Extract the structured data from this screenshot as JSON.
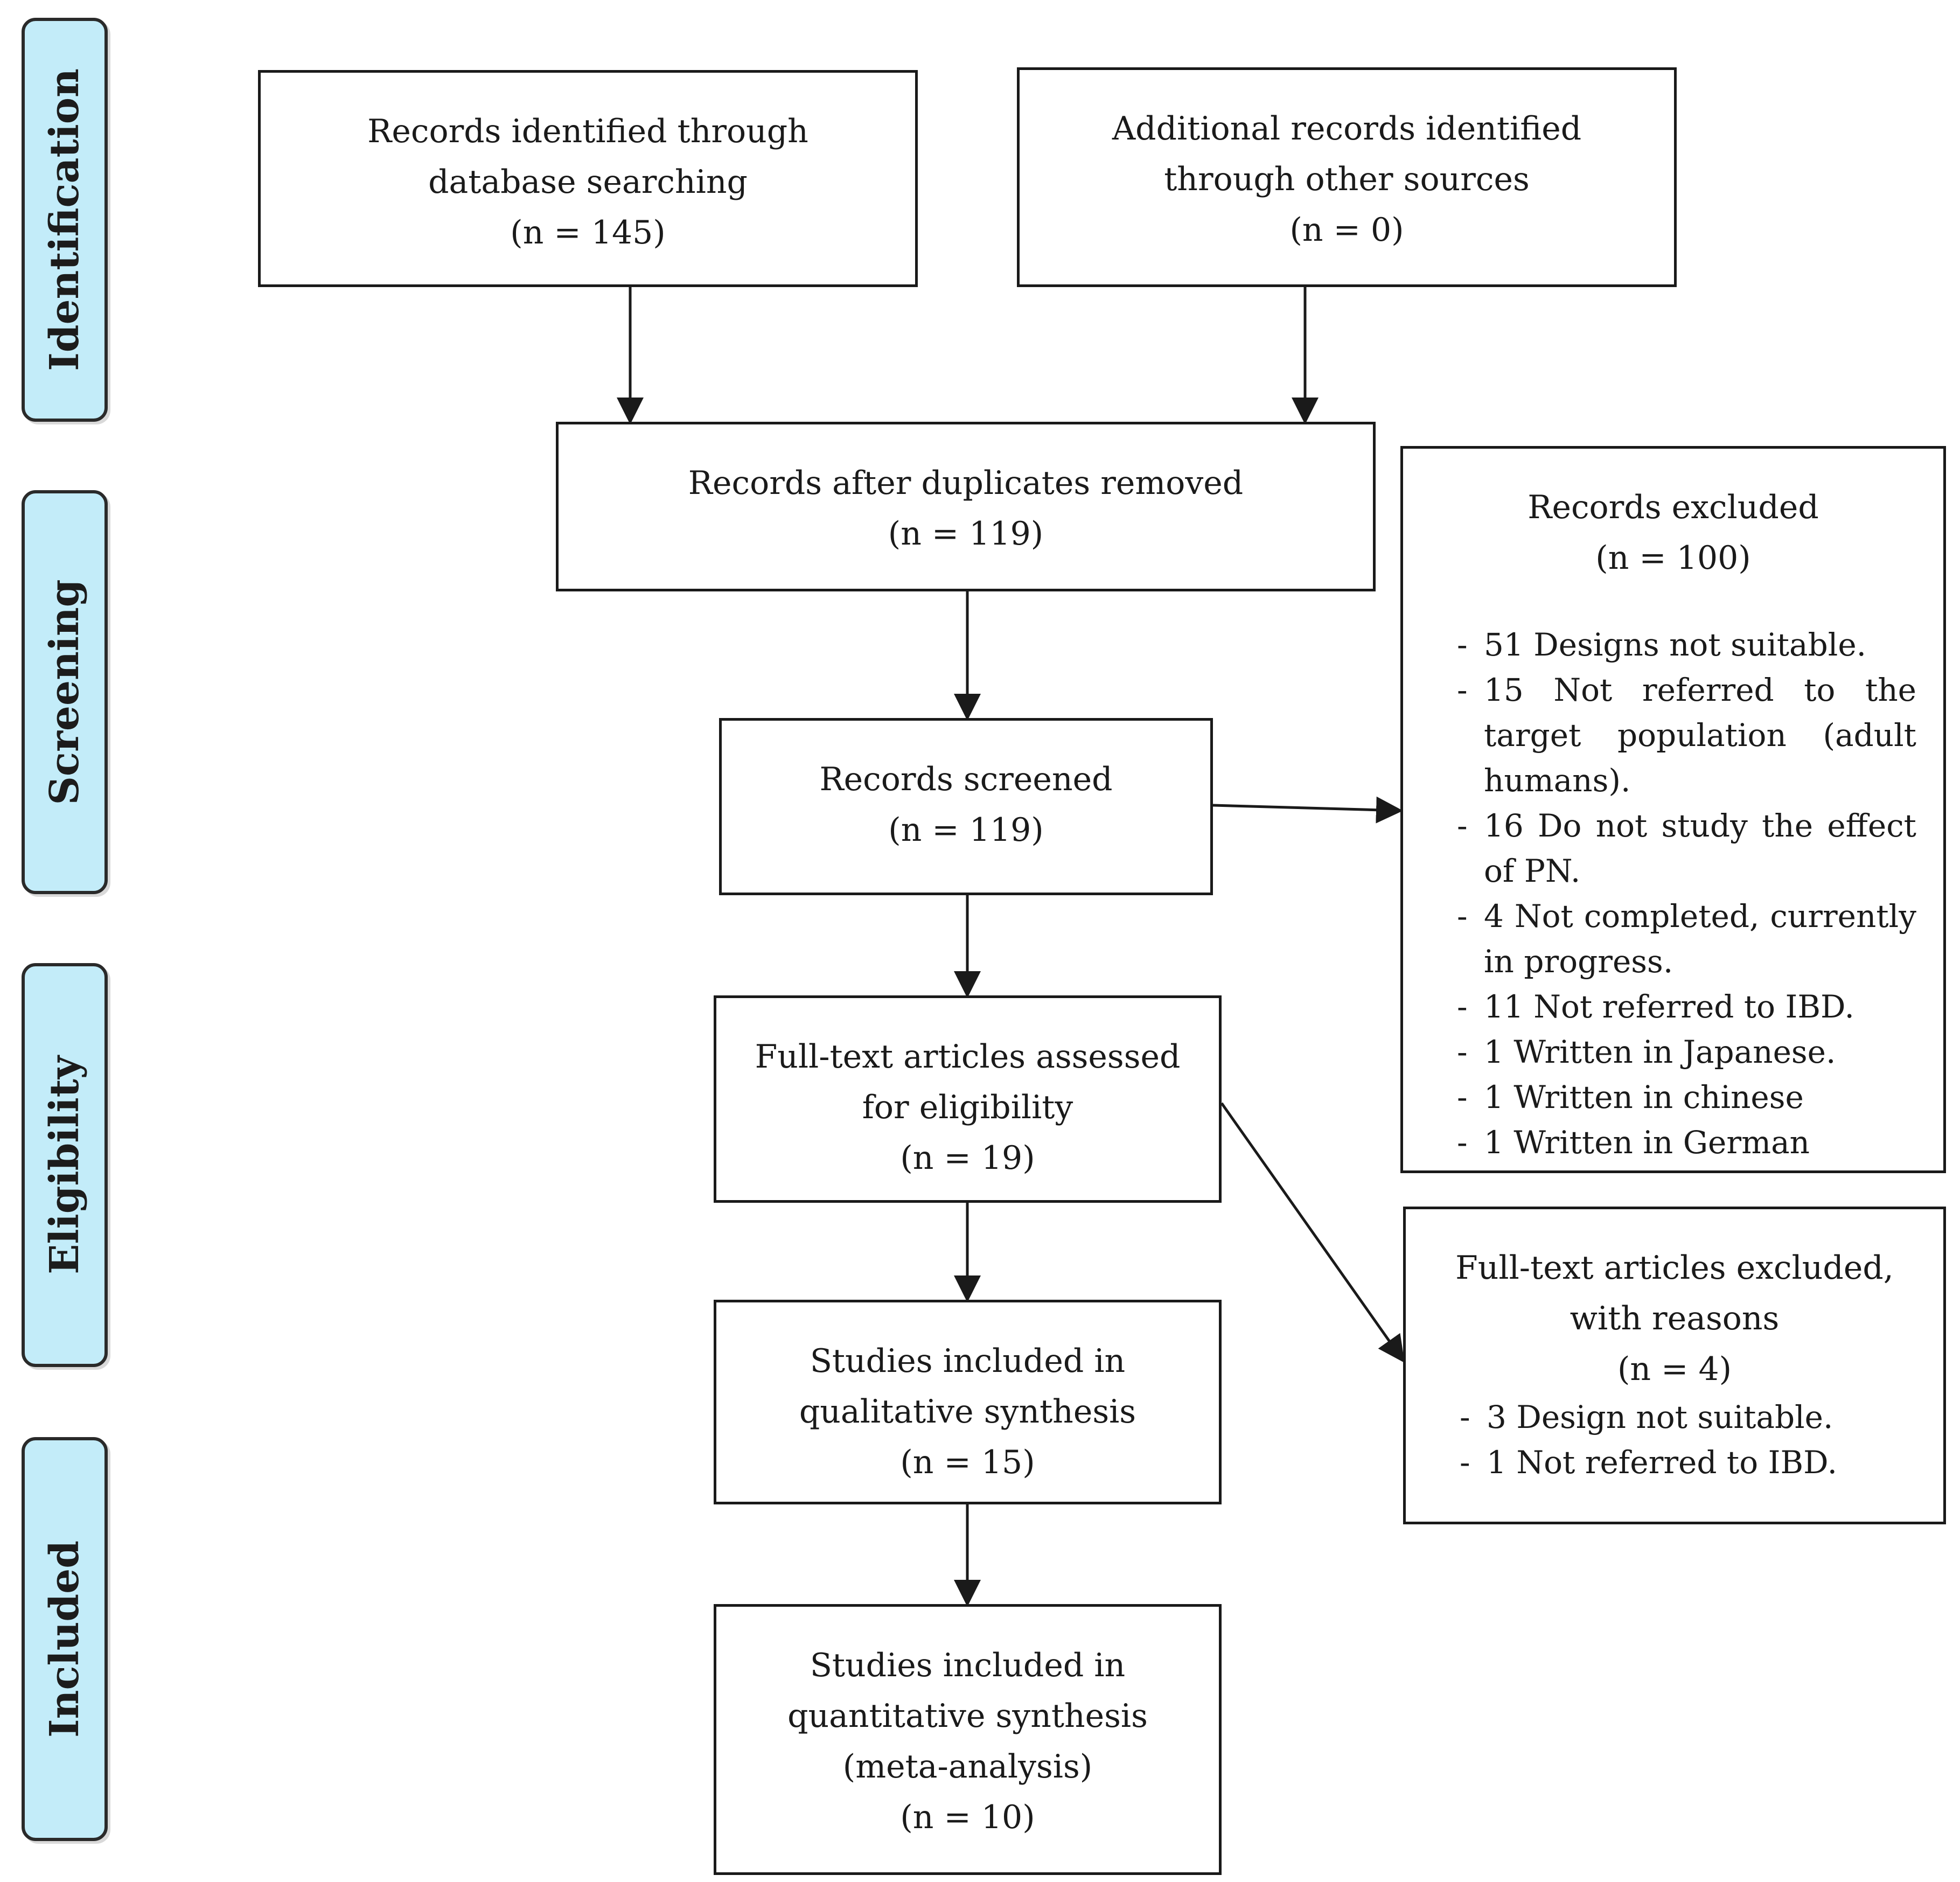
{
  "stages": {
    "identification": "Identification",
    "screening": "Screening",
    "eligibility": "Eligibility",
    "included": "Included"
  },
  "boxes": {
    "database": {
      "line1": "Records identified through",
      "line2": "database searching",
      "count": "(n = 145)"
    },
    "other_sources": {
      "line1": "Additional records identified",
      "line2": "through other sources",
      "count": "(n = 0)"
    },
    "after_duplicates": {
      "line1": "Records after duplicates removed",
      "count": "(n = 119)"
    },
    "screened": {
      "line1": "Records screened",
      "count": "(n = 119)"
    },
    "records_excluded": {
      "title": "Records excluded",
      "count": "(n = 100)",
      "reasons": [
        "51 Designs not suitable.",
        "15 Not referred to the target population (adult humans).",
        "16 Do not study the effect of PN.",
        "4 Not completed, currently in progress.",
        "11 Not referred to IBD.",
        "1 Written in Japanese.",
        "1 Written in chinese",
        "1 Written in German"
      ]
    },
    "full_text": {
      "line1": "Full-text articles assessed",
      "line2": "for eligibility",
      "count": "(n = 19)"
    },
    "full_text_excluded": {
      "line1": "Full-text articles excluded,",
      "line2": "with reasons",
      "count": "(n = 4)",
      "reasons": [
        "3 Design not suitable.",
        "1 Not referred to IBD."
      ]
    },
    "qualitative": {
      "line1": "Studies included in",
      "line2": "qualitative synthesis",
      "count": "(n = 15)"
    },
    "quantitative": {
      "line1": "Studies included in",
      "line2": "quantitative synthesis",
      "line3": "(meta-analysis)",
      "count": "(n = 10)"
    }
  }
}
